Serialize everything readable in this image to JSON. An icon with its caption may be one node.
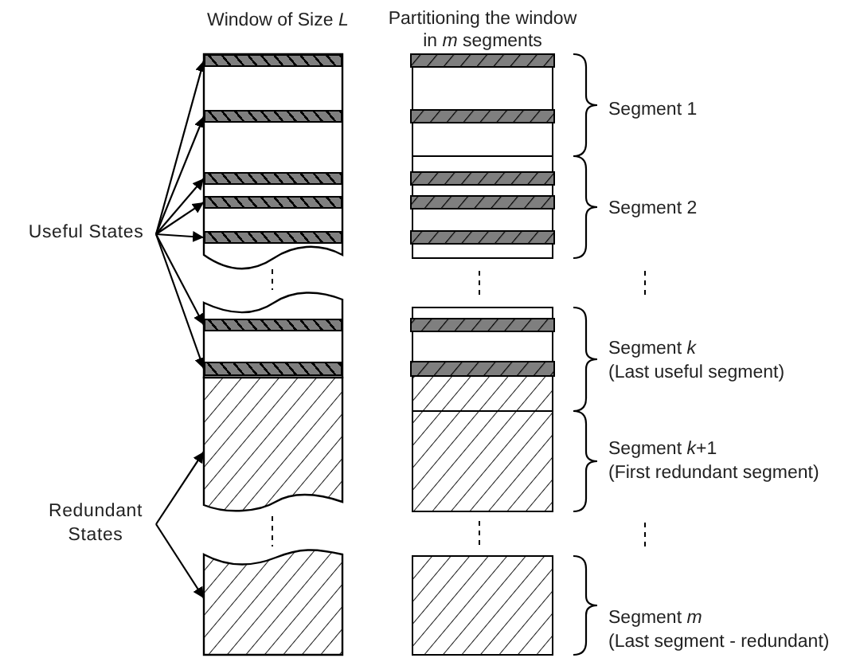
{
  "diagram": {
    "nodes": [
      {
        "text": [
          "Useful States"
        ]
      },
      {
        "text": [
          "Redundant States"
        ]
      },
      {
        "text": [],
        "shape": "bar"
      },
      {
        "text": [],
        "shape": "bar"
      },
      {
        "text": [],
        "shape": "bar"
      },
      {
        "text": [],
        "shape": "bar"
      },
      {
        "text": [],
        "shape": "bar"
      },
      {
        "text": [],
        "shape": "bar"
      },
      {
        "text": [],
        "shape": "bar"
      },
      {
        "text": [],
        "shape": "box"
      },
      {
        "text": [],
        "shape": "box"
      }
    ],
    "edges": [
      {
        "from": 0,
        "to": 2,
        "arrow": "to"
      },
      {
        "from": 0,
        "to": 3,
        "arrow": "to"
      },
      {
        "from": 0,
        "to": 4,
        "arrow": "to"
      },
      {
        "from": 0,
        "to": 5,
        "arrow": "to"
      },
      {
        "from": 0,
        "to": 6,
        "arrow": "to"
      },
      {
        "from": 0,
        "to": 7,
        "arrow": "to"
      },
      {
        "from": 0,
        "to": 8,
        "arrow": "to"
      },
      {
        "from": 1,
        "to": 9,
        "arrow": "to"
      },
      {
        "from": 1,
        "to": 10,
        "arrow": "to"
      }
    ],
    "labels": [
      "Window of Size *L*",
      "Partitioning the window in *m* segments",
      "Segment 1",
      "Segment 2",
      "Segment *k*",
      "(Last useful segment)",
      "Segment *k*+1",
      "(First redundant segment)",
      "Segment *m*",
      "(Last segment - redundant)"
    ]
  }
}
